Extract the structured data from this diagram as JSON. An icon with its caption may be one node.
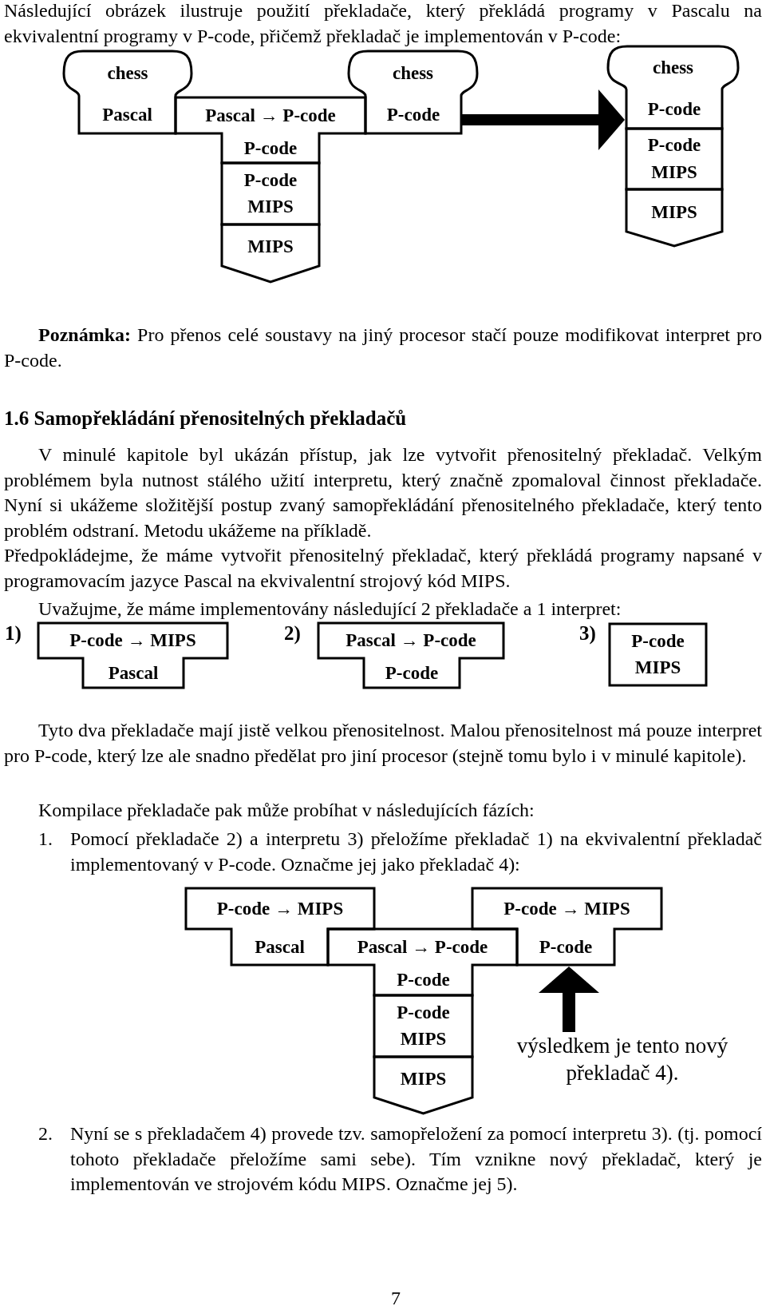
{
  "diagram": {
    "nodes": [
      {
        "text": [
          "chess",
          "Pascal"
        ]
      },
      {
        "text": [
          "Pascal → P-code",
          "P-code"
        ]
      },
      {
        "text": [
          "chess",
          "P-code"
        ]
      },
      {
        "text": [
          "P-code",
          "MIPS"
        ]
      },
      {
        "text": [
          "MIPS"
        ]
      },
      {
        "text": [
          "chess",
          "P-code"
        ]
      },
      {
        "text": [
          "P-code",
          "MIPS"
        ]
      },
      {
        "text": [
          "MIPS"
        ]
      },
      {
        "text": [
          "P-code → MIPS",
          "Pascal"
        ],
        "beside": [
          "1)"
        ]
      },
      {
        "text": [
          "Pascal → P-code",
          "P-code"
        ],
        "beside": [
          "2)"
        ]
      },
      {
        "text": [
          "P-code",
          "MIPS"
        ],
        "beside": [
          "3)"
        ]
      },
      {
        "text": [
          "P-code → MIPS",
          "Pascal"
        ]
      },
      {
        "text": [
          "Pascal → P-code",
          "P-code"
        ]
      },
      {
        "text": [
          "P-code",
          "MIPS"
        ]
      },
      {
        "text": [
          "MIPS"
        ]
      },
      {
        "text": [
          "P-code → MIPS",
          "P-code"
        ]
      },
      {
        "text": [
          "výsledkem je tento nový překladač 4)."
        ]
      }
    ],
    "edges": [
      {
        "from": 2,
        "to": 5,
        "arrow": "to"
      },
      {
        "from": 16,
        "to": 15,
        "arrow": "to"
      }
    ],
    "labels": [
      "Následující obrázek ilustruje použití překladače, který překládá programy v Pascalu na ekvivalentní programy v P-code, přičemž překladač je implementován v P-code:",
      "**Poznámka:** Pro přenos celé soustavy na jiný procesor stačí pouze modifikovat interpret pro P-code.",
      "1.6 Samopřekládání přenositelných překladačů",
      "V minulé kapitole byl ukázán přístup, jak lze vytvořit přenositelný překladač. Velkým problémem byla nutnost stálého užití interpretu, který značně zpomaloval činnost překladače. Nyní si ukážeme složitější postup zvaný samopřekládání přenositelného překladače, který tento problém odstraní. Metodu ukážeme na příkladě.",
      "Předpokládejme, že máme vytvořit přenositelný překladač, který překládá programy napsané v programovacím jazyce Pascal na ekvivalentní strojový kód MIPS.",
      "Uvažujme, že máme implementovány následující 2 překladače a 1 interpret:",
      "Tyto dva překladače mají jistě velkou přenositelnost. Malou přenositelnost má pouze interpret pro P-code, který lze ale snadno předělat pro jiní procesor (stejně tomu bylo i v minulé kapitole).",
      "Kompilace překladače pak může probíhat v následujících fázích:",
      "1.",
      "Pomocí překladače 2) a interpretu 3) přeložíme překladač 1) na ekvivalentní překladač implementovaný v P-code. Označme jej jako překladač 4):",
      "2.",
      "Nyní se s překladačem 4) provede tzv. samopřeložení za pomocí interpretu 3). (tj. pomocí tohoto překladače přeložíme sami sebe). Tím vznikne nový překladač, který je implementován ve strojovém kódu MIPS. Označme jej 5).",
      "7"
    ]
  }
}
